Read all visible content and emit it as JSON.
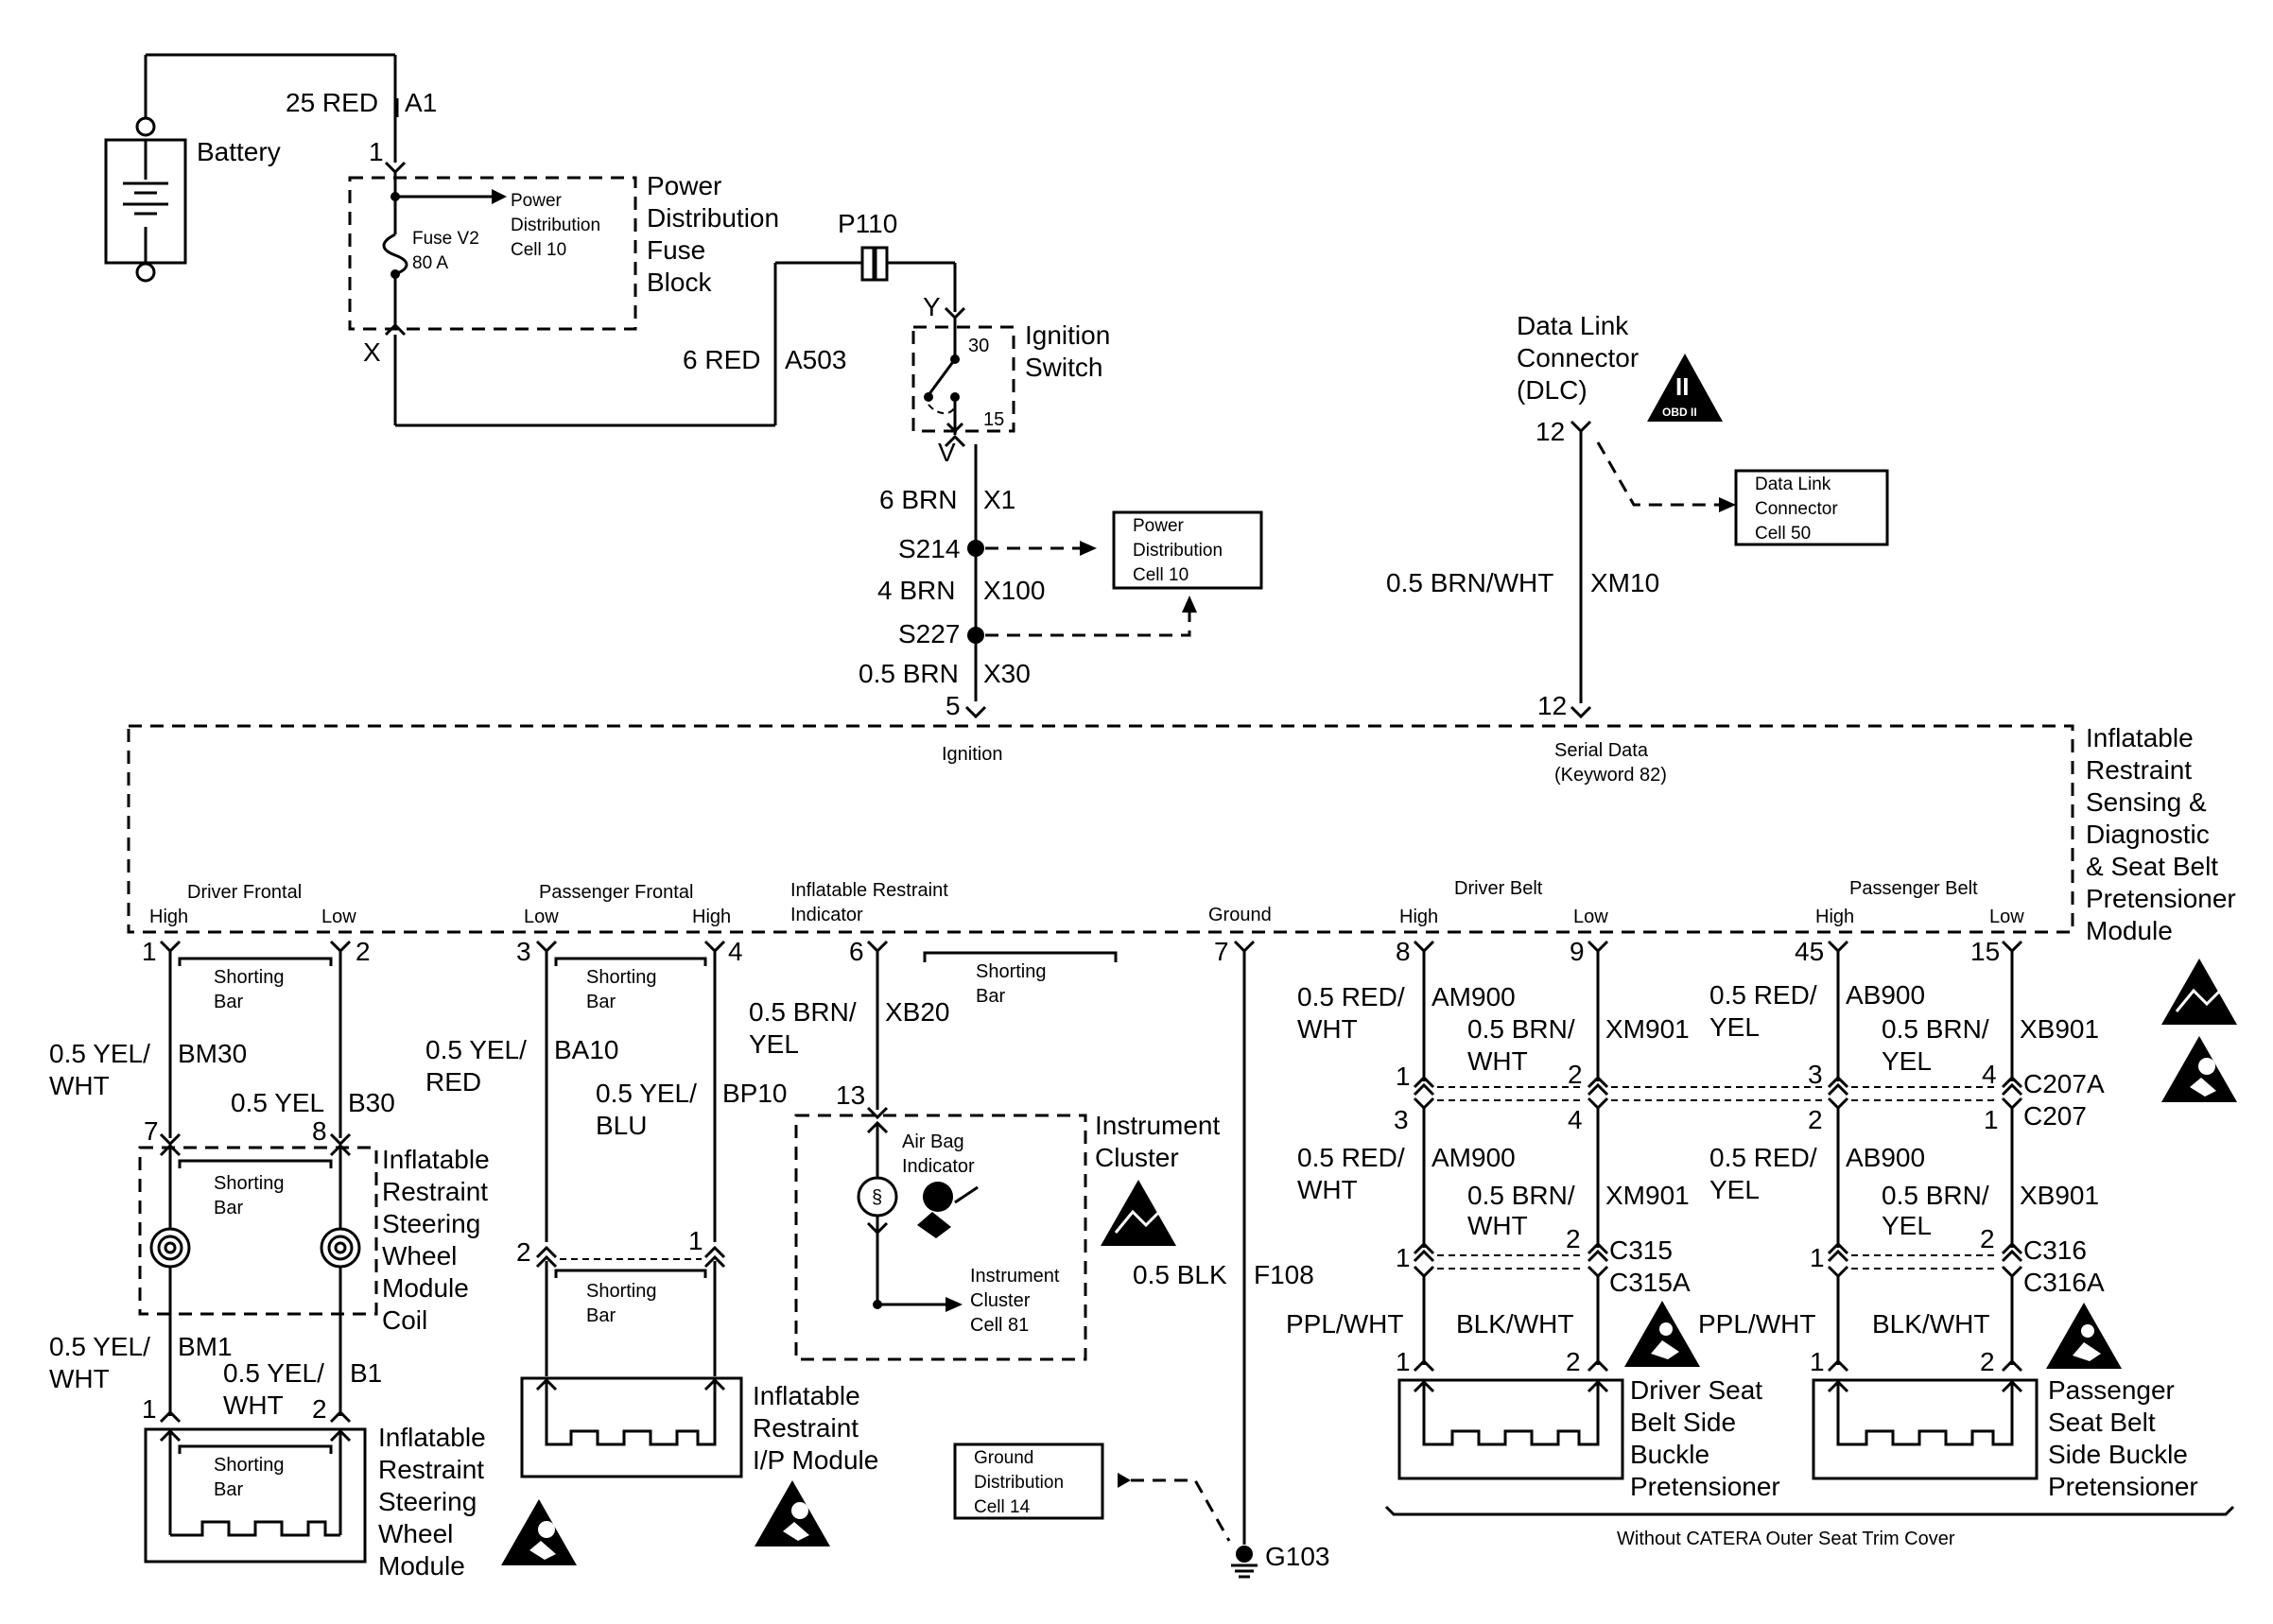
{
  "battery": {
    "label": "Battery",
    "wire": "25 RED",
    "circuit": "A1",
    "pin": "1"
  },
  "fuse_block": {
    "title": [
      "Power",
      "Distribution",
      "Fuse",
      "Block"
    ],
    "fuse": [
      "Fuse V2",
      "80 A"
    ],
    "ref": [
      "Power",
      "Distribution",
      "Cell 10"
    ],
    "pin_out": "X"
  },
  "feed": {
    "wire": "6 RED",
    "circuit": "A503",
    "connector": "P110"
  },
  "ignition_switch": {
    "title": [
      "Ignition",
      "Switch"
    ],
    "pin_in": "Y",
    "pin_out": "V",
    "contact_top": "30",
    "contact_bot": "15"
  },
  "ign_feed": {
    "w1": {
      "wire": "6 BRN",
      "circuit": "X1"
    },
    "splice1": "S214",
    "w2": {
      "wire": "4 BRN",
      "circuit": "X100"
    },
    "splice2": "S227",
    "w3": {
      "wire": "0.5 BRN",
      "circuit": "X30"
    },
    "ref": [
      "Power",
      "Distribution",
      "Cell 10"
    ]
  },
  "dlc": {
    "title": [
      "Data Link",
      "Connector",
      "(DLC)"
    ],
    "badge_top": "II",
    "badge_bot": "OBD II",
    "pin": "12",
    "ref": [
      "Data Link",
      "Connector",
      "Cell 50"
    ],
    "wire": "0.5 BRN/WHT",
    "circuit": "XM10"
  },
  "module": {
    "title": [
      "Inflatable",
      "Restraint",
      "Sensing &",
      "Diagnostic",
      "& Seat Belt",
      "Pretensioner",
      "Module"
    ],
    "ignition_pin": "5",
    "ignition_label": "Ignition",
    "serial_pin": "12",
    "serial_label": [
      "Serial Data",
      "(Keyword 82)"
    ],
    "driver_frontal": "Driver Frontal",
    "passenger_frontal": "Passenger Frontal",
    "indicator": [
      "Inflatable Restraint",
      "Indicator"
    ],
    "ground": "Ground",
    "driver_belt": "Driver Belt",
    "passenger_belt": "Passenger Belt",
    "high": "High",
    "low": "Low",
    "pins": {
      "p1": "1",
      "p2": "2",
      "p3": "3",
      "p4": "4",
      "p6": "6",
      "p7": "7",
      "p8": "8",
      "p9": "9",
      "p45": "45",
      "p15": "15"
    }
  },
  "shorting_bar": [
    "Shorting",
    "Bar"
  ],
  "driver_frontal": {
    "w_hi": [
      "0.5 YEL/",
      "WHT"
    ],
    "c_hi": "BM30",
    "w_lo": "0.5 YEL",
    "c_lo": "B30",
    "coil_pin_a": "7",
    "coil_pin_b": "8",
    "coil_title": [
      "Inflatable",
      "Restraint",
      "Steering",
      "Wheel",
      "Module",
      "Coil"
    ],
    "w2_hi": [
      "0.5 YEL/",
      "WHT"
    ],
    "c2_hi": "BM1",
    "w2_lo": [
      "0.5 YEL/",
      "WHT"
    ],
    "c2_lo": "B1",
    "mod_pin_a": "1",
    "mod_pin_b": "2",
    "module_title": [
      "Inflatable",
      "Restraint",
      "Steering",
      "Wheel",
      "Module"
    ]
  },
  "passenger_frontal": {
    "w_lo": [
      "0.5 YEL/",
      "RED"
    ],
    "c_lo": "BA10",
    "w_hi": [
      "0.5 YEL/",
      "BLU"
    ],
    "c_hi": "BP10",
    "pin_a": "2",
    "pin_b": "1",
    "module_title": [
      "Inflatable",
      "Restraint",
      "I/P Module"
    ]
  },
  "indicator": {
    "wire": [
      "0.5 BRN/",
      "YEL"
    ],
    "circuit": "XB20",
    "pin": "13",
    "lamp": [
      "Air Bag",
      "Indicator"
    ],
    "ref": [
      "Instrument",
      "Cluster",
      "Cell 81"
    ],
    "title": [
      "Instrument",
      "Cluster"
    ]
  },
  "ground": {
    "wire": "0.5 BLK",
    "circuit": "F108",
    "ref": [
      "Ground",
      "Distribution",
      "Cell 14"
    ],
    "point": "G103"
  },
  "driver_belt": {
    "w_hi": [
      "0.5 RED/",
      "WHT"
    ],
    "c_hi": "AM900",
    "w_lo": [
      "0.5 BRN/",
      "WHT"
    ],
    "c_lo": "XM901",
    "c207a_hi": "1",
    "c207a_lo": "2",
    "c207_hi": "3",
    "c207_lo": "4",
    "c315_hi": "1",
    "c315_lo": "2",
    "w_ppl": "PPL/WHT",
    "w_blk": "BLK/WHT",
    "dev_pin_a": "1",
    "dev_pin_b": "2",
    "title": [
      "Driver Seat",
      "Belt Side",
      "Buckle",
      "Pretensioner"
    ]
  },
  "passenger_belt": {
    "w_hi": [
      "0.5 RED/",
      "YEL"
    ],
    "c_hi": "AB900",
    "w_lo": [
      "0.5 BRN/",
      "YEL"
    ],
    "c_lo": "XB901",
    "c207a_hi": "3",
    "c207a_lo": "4",
    "c207_hi": "2",
    "c207_lo": "1",
    "c316_hi": "1",
    "c316_lo": "2",
    "w_ppl": "PPL/WHT",
    "w_blk": "BLK/WHT",
    "dev_pin_a": "1",
    "dev_pin_b": "2",
    "title": [
      "Passenger",
      "Seat Belt",
      "Side Buckle",
      "Pretensioner"
    ]
  },
  "connectors": {
    "c207a": "C207A",
    "c207": "C207",
    "c315": "C315",
    "c315a": "C315A",
    "c316": "C316",
    "c316a": "C316A"
  },
  "footer": "Without CATERA Outer Seat Trim Cover"
}
